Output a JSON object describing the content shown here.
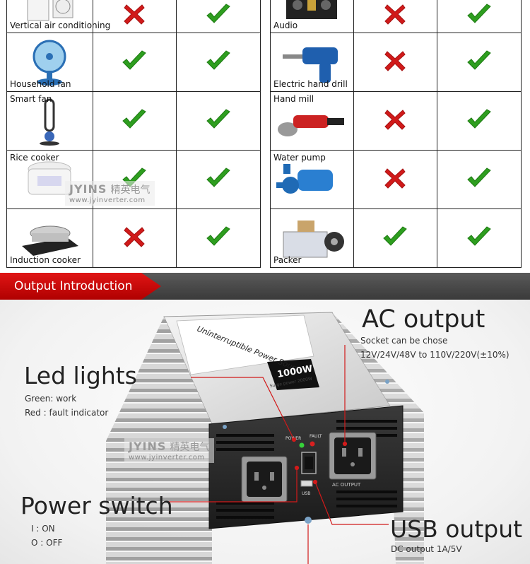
{
  "table": {
    "left_rows": [
      {
        "device": "Vertical air conditioning",
        "col1": "cross",
        "col2": "check"
      },
      {
        "device": "Household fan",
        "col1": "check",
        "col2": "check"
      },
      {
        "device": "Smart fan",
        "col1": "check",
        "col2": "check"
      },
      {
        "device": "Rice cooker",
        "col1": "check",
        "col2": "check"
      },
      {
        "device": "Induction cooker",
        "col1": "cross",
        "col2": "check"
      }
    ],
    "right_rows": [
      {
        "device": "Audio",
        "col1": "cross",
        "col2": "check"
      },
      {
        "device": "Electric hand drill",
        "col1": "cross",
        "col2": "check"
      },
      {
        "device": "Hand mill",
        "col1": "cross",
        "col2": "check"
      },
      {
        "device": "Water pump",
        "col1": "cross",
        "col2": "check"
      },
      {
        "device": "Packer",
        "col1": "check",
        "col2": "check"
      }
    ],
    "check_color": "#2e9e1f",
    "cross_color": "#d11a1a"
  },
  "section": {
    "title": "Output Introduction",
    "accent_color": "#d10000"
  },
  "watermark": {
    "brand": "JYINS",
    "brand_cn": "精英电气",
    "url": "www.jyinverter.com"
  },
  "product": {
    "top_label": "Uninterruptible Power Source",
    "model": "1000W",
    "surge": "Surge power 2000W",
    "panel_power": "POWER",
    "panel_fault": "FAULT",
    "usb_port": "USB",
    "ac_output_print": "AC OUTPUT"
  },
  "callouts": {
    "ac_output": {
      "title": "AC output",
      "line1": "Socket can be chose",
      "line2": "12V/24V/48V to 110V/220V(±10%)"
    },
    "led_lights": {
      "title": "Led lights",
      "line1": "Green: work",
      "line2": "Red : fault indicator"
    },
    "power_switch": {
      "title": "Power switch",
      "line1": "I : ON",
      "line2": "O : OFF"
    },
    "usb_output": {
      "title": "USB output",
      "line1": "DC output 1A/5V"
    }
  }
}
